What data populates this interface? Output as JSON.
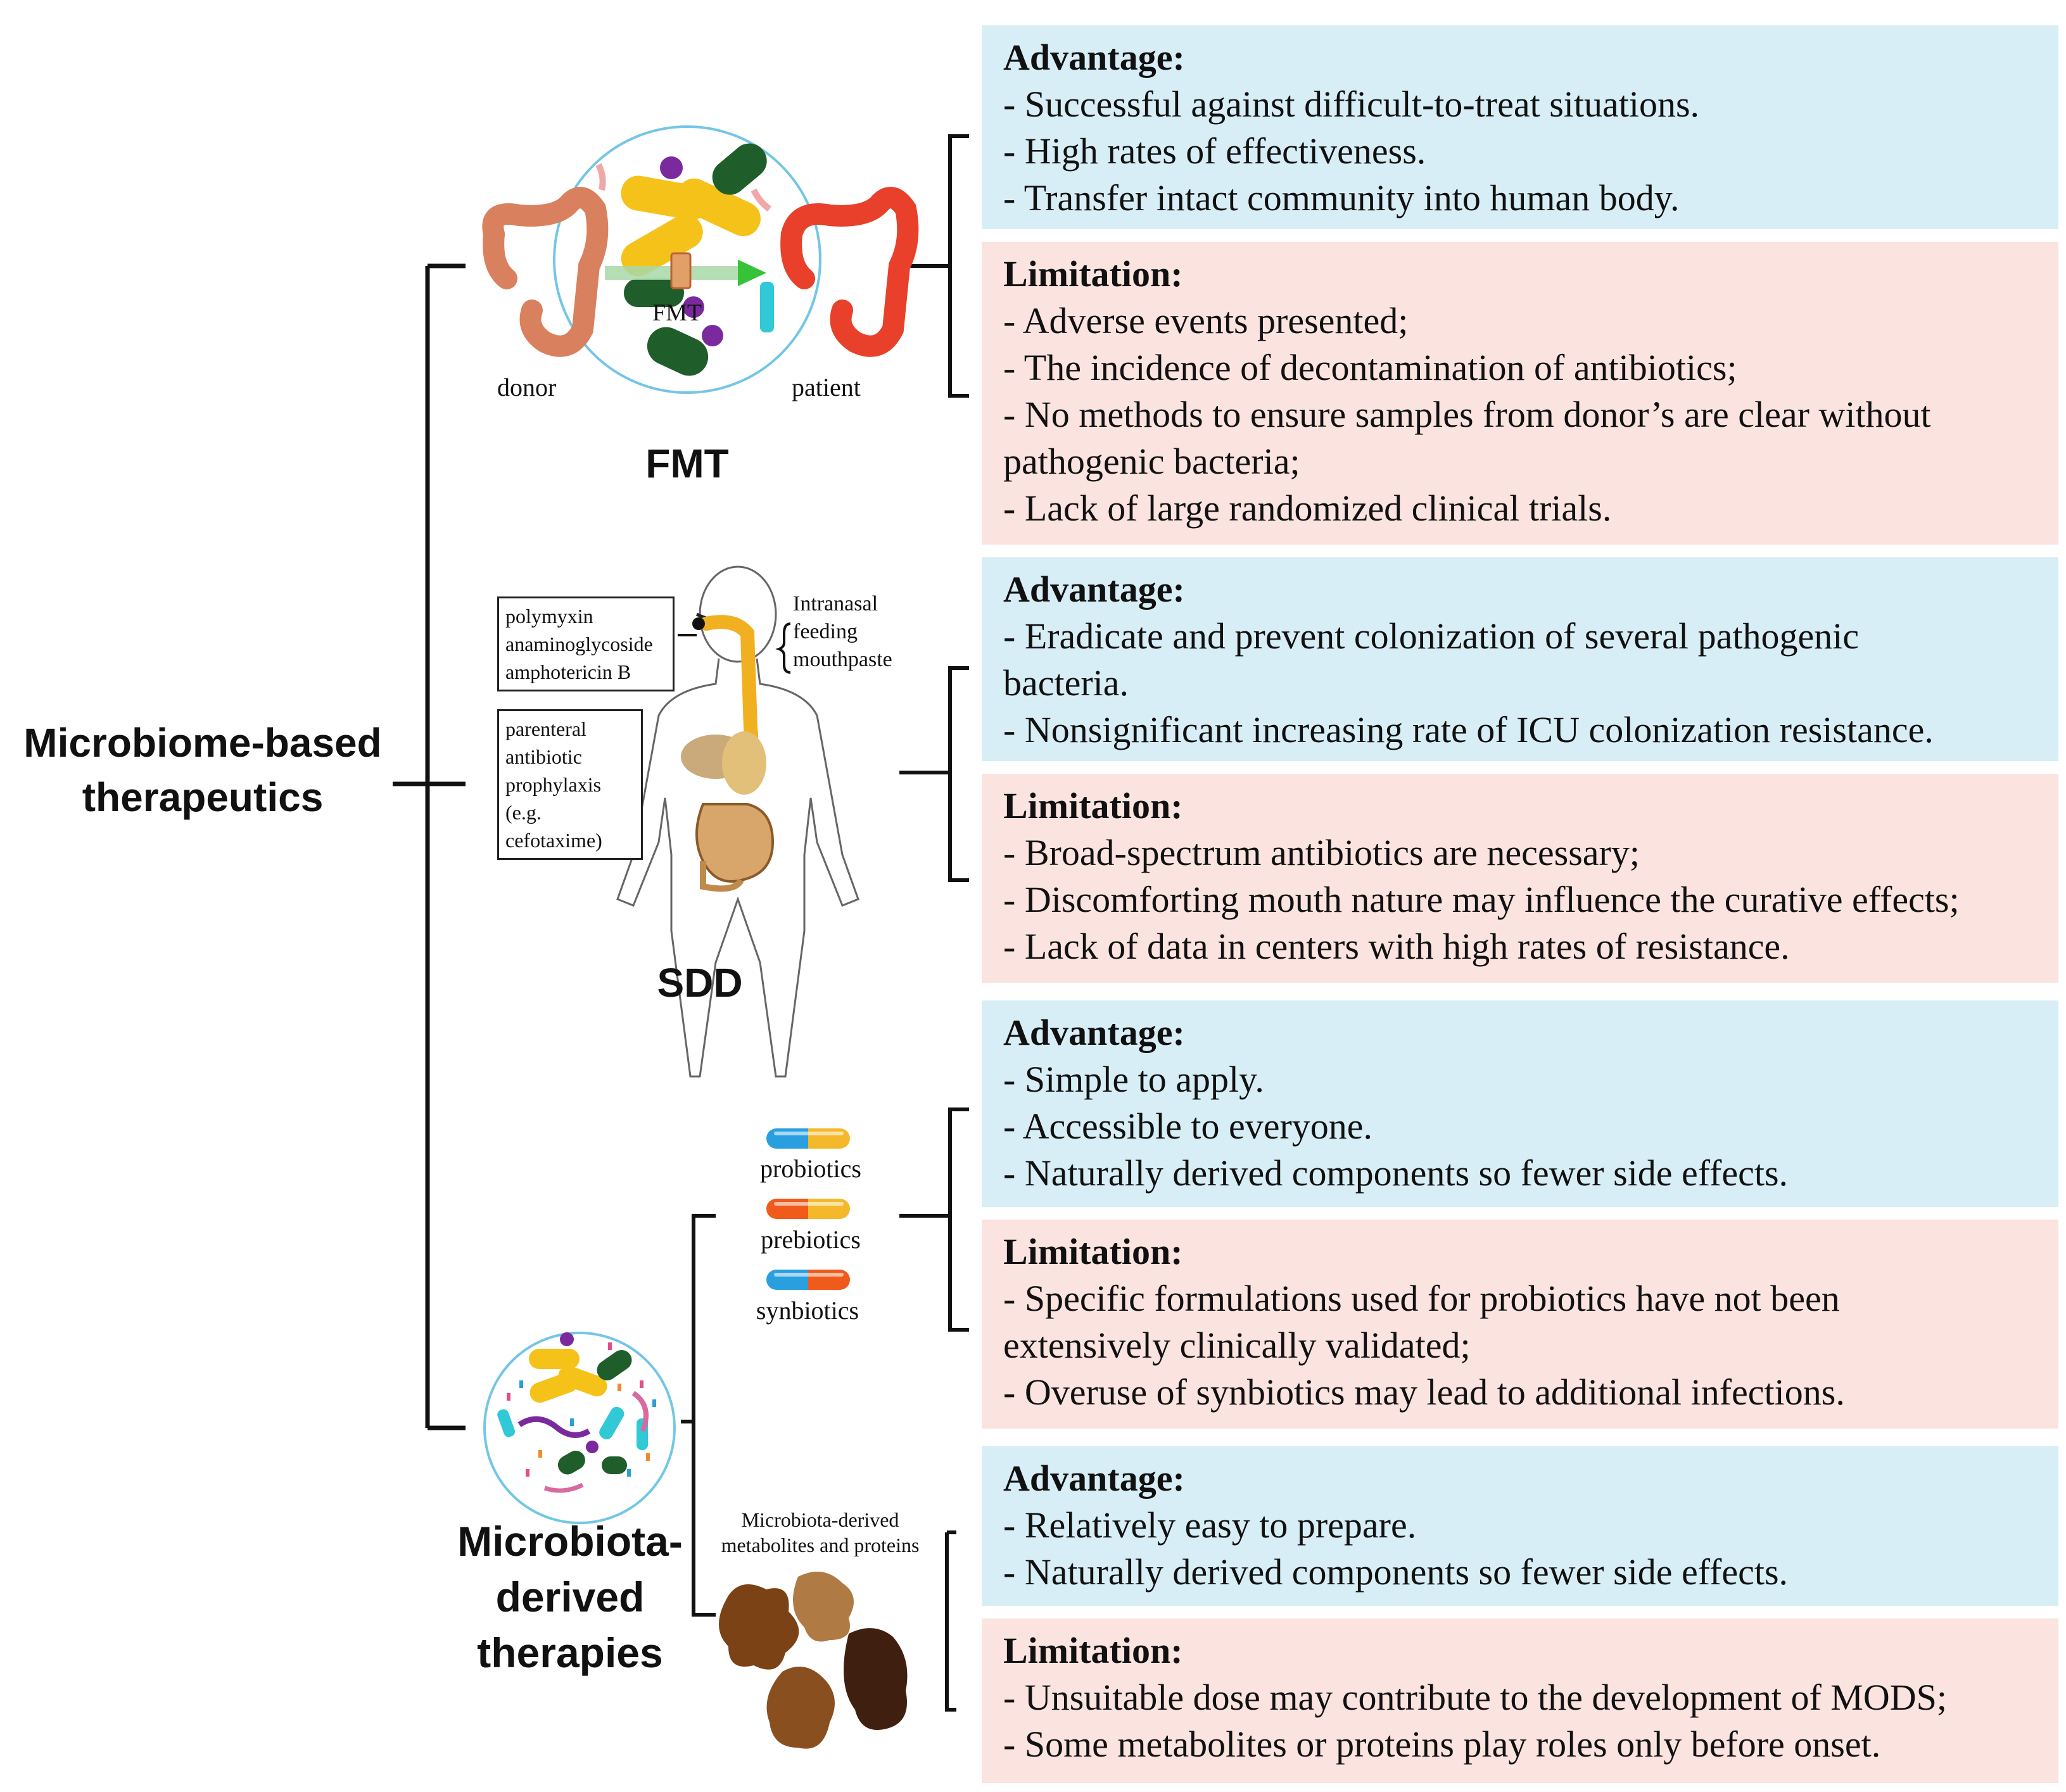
{
  "main_label": [
    "Microbiome-based",
    "therapeutics"
  ],
  "fmt": {
    "title": "FMT",
    "donor": "donor",
    "patient": "patient",
    "arrow_label": "FMT",
    "advantage": {
      "heading": "Advantage:",
      "lines": [
        "- Successful against difficult-to-treat situations.",
        "- High rates of effectiveness.",
        "- Transfer intact community into human body."
      ]
    },
    "limitation": {
      "heading": "Limitation:",
      "lines": [
        "- Adverse events presented;",
        "- The incidence of decontamination of antibiotics;",
        "- No methods to ensure samples from donor’s are clear without",
        "pathogenic bacteria;",
        "- Lack of large randomized clinical trials."
      ]
    }
  },
  "sdd": {
    "title": "SDD",
    "drug_box_1": [
      "polymyxin",
      "anaminoglycoside",
      "amphotericin B"
    ],
    "drug_box_2": [
      "parenteral",
      "antibiotic",
      "prophylaxis",
      "(e.g.",
      "cefotaxime)"
    ],
    "routes": [
      "Intranasal",
      "feeding",
      "mouthpaste"
    ],
    "advantage": {
      "heading": "Advantage:",
      "lines": [
        "- Eradicate and prevent colonization of several pathogenic",
        "bacteria.",
        "- Nonsignificant increasing rate of ICU colonization resistance."
      ]
    },
    "limitation": {
      "heading": "Limitation:",
      "lines": [
        "- Broad-spectrum antibiotics are necessary;",
        "- Discomforting mouth nature may influence the curative effects;",
        "- Lack of data in centers with high rates of resistance."
      ]
    }
  },
  "microbiota": {
    "title": [
      "Microbiota-",
      "derived",
      "therapies"
    ],
    "pills": [
      "probiotics",
      "prebiotics",
      "synbiotics"
    ],
    "metabolites_label": [
      "Microbiota-derived",
      "metabolites and proteins"
    ],
    "pills_advantage": {
      "heading": "Advantage:",
      "lines": [
        "- Simple to apply.",
        "- Accessible to everyone.",
        "- Naturally derived components so fewer side effects."
      ]
    },
    "pills_limitation": {
      "heading": "Limitation:",
      "lines": [
        "- Specific formulations used for probiotics have not been",
        "extensively clinically validated;",
        "- Overuse of synbiotics may lead to additional infections."
      ]
    },
    "metab_advantage": {
      "heading": "Advantage:",
      "lines": [
        "- Relatively easy to prepare.",
        "- Naturally derived components so fewer side effects."
      ]
    },
    "metab_limitation": {
      "heading": "Limitation:",
      "lines": [
        "- Unsuitable dose may contribute to the development of MODS;",
        "- Some metabolites or proteins play roles only before onset."
      ]
    }
  },
  "colors": {
    "advantage_bg": "#d8eef7",
    "limitation_bg": "#fbe3df",
    "colon": "#e85a3c",
    "bacteria_yellow": "#f5c21a",
    "bacteria_green": "#1f5e2a",
    "bacteria_purple": "#7b2a9e",
    "cyan": "#31c9d6",
    "metabolite_brown": "#8a4f1f"
  }
}
